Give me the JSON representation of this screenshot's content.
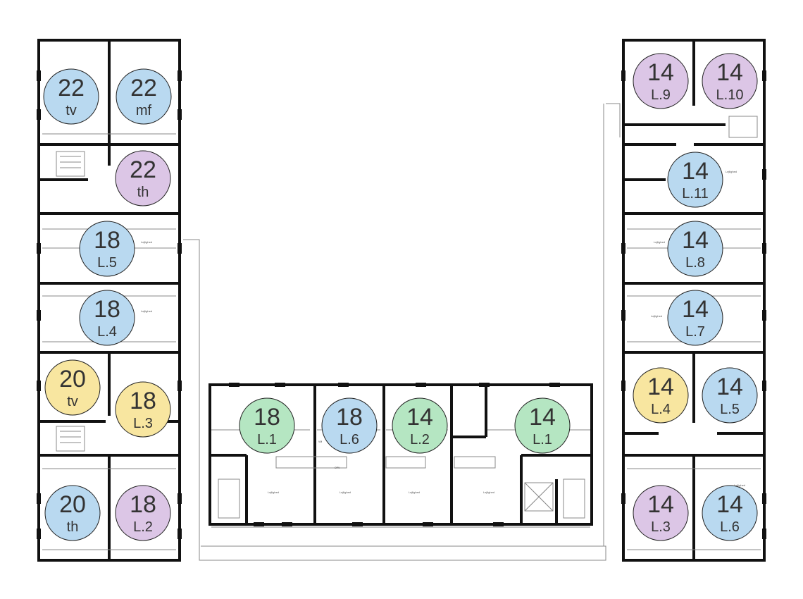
{
  "palette": {
    "blue": "#b9d9f0",
    "purple": "#dcc6e6",
    "yellow": "#f8e6a0",
    "green": "#b5e6c2",
    "wall": "#111111",
    "thin": "#777777"
  },
  "badges": [
    {
      "id": "w-tv",
      "color": "blue",
      "number": "22",
      "sub": "tv"
    },
    {
      "id": "w-mf",
      "color": "blue",
      "number": "22",
      "sub": "mf"
    },
    {
      "id": "w-th",
      "color": "purple",
      "number": "22",
      "sub": "th"
    },
    {
      "id": "w-l5",
      "color": "blue",
      "number": "18",
      "sub": "L.5"
    },
    {
      "id": "w-l4",
      "color": "blue",
      "number": "18",
      "sub": "L.4"
    },
    {
      "id": "w-20tv",
      "color": "yellow",
      "number": "20",
      "sub": "tv"
    },
    {
      "id": "w-l3",
      "color": "yellow",
      "number": "18",
      "sub": "L.3"
    },
    {
      "id": "w-20th",
      "color": "blue",
      "number": "20",
      "sub": "th"
    },
    {
      "id": "w-l2",
      "color": "purple",
      "number": "18",
      "sub": "L.2"
    },
    {
      "id": "c-18l1",
      "color": "green",
      "number": "18",
      "sub": "L.1"
    },
    {
      "id": "c-18l6",
      "color": "blue",
      "number": "18",
      "sub": "L.6"
    },
    {
      "id": "c-14l2",
      "color": "green",
      "number": "14",
      "sub": "L.2"
    },
    {
      "id": "c-14l1",
      "color": "green",
      "number": "14",
      "sub": "L.1"
    },
    {
      "id": "e-l9",
      "color": "purple",
      "number": "14",
      "sub": "L.9"
    },
    {
      "id": "e-l10",
      "color": "purple",
      "number": "14",
      "sub": "L.10"
    },
    {
      "id": "e-l11",
      "color": "blue",
      "number": "14",
      "sub": "L.11"
    },
    {
      "id": "e-l8",
      "color": "blue",
      "number": "14",
      "sub": "L.8"
    },
    {
      "id": "e-l7",
      "color": "blue",
      "number": "14",
      "sub": "L.7"
    },
    {
      "id": "e-l4",
      "color": "yellow",
      "number": "14",
      "sub": "L.4"
    },
    {
      "id": "e-l5",
      "color": "blue",
      "number": "14",
      "sub": "L.5"
    },
    {
      "id": "e-l3",
      "color": "purple",
      "number": "14",
      "sub": "L.3"
    },
    {
      "id": "e-l6",
      "color": "blue",
      "number": "14",
      "sub": "L.6"
    }
  ],
  "room_labels": {
    "west_l5": "Lejlighed",
    "west_l4": "Lejlighed",
    "c1": "Lejlighed",
    "c2": "Lejlighed",
    "c3": "Lejlighed",
    "c4": "Lejlighed",
    "e_l11": "Lejlighed",
    "e_l8": "Lejlighed",
    "e_l7": "Lejlighed",
    "e_l6": "Lejlighed"
  },
  "fixture_labels": {
    "vm": "VM",
    "opv": "OPV"
  }
}
